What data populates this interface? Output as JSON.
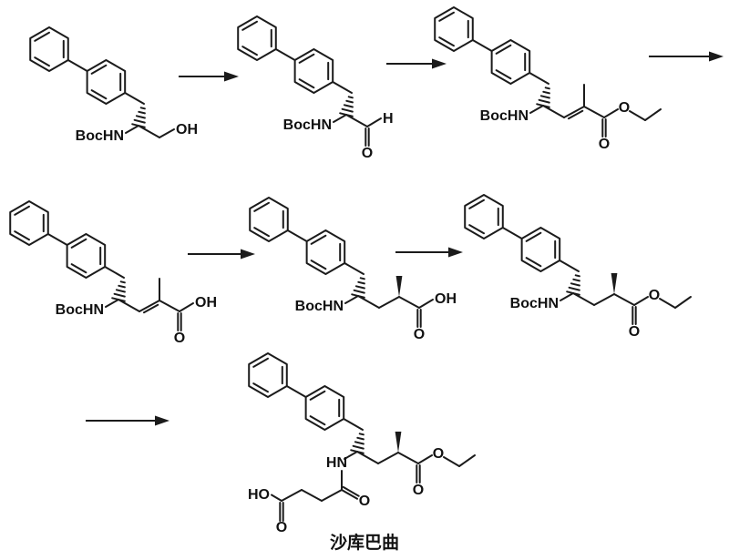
{
  "structures": [
    {
      "name": "boc-amino-alcohol",
      "labels": {
        "n": "BocHN",
        "oh": "OH"
      }
    },
    {
      "name": "boc-amino-aldehyde",
      "labels": {
        "n": "BocHN",
        "h": "H",
        "o_carbonyl": "O"
      }
    },
    {
      "name": "boc-unsaturated-ethyl-ester",
      "labels": {
        "n": "BocHN",
        "o_carbonyl": "O",
        "o_ester": "O"
      }
    },
    {
      "name": "boc-unsaturated-acid",
      "labels": {
        "n": "BocHN",
        "o_carbonyl": "O",
        "oh": "OH"
      }
    },
    {
      "name": "boc-saturated-acid",
      "labels": {
        "n": "BocHN",
        "o_carbonyl": "O",
        "oh": "OH"
      }
    },
    {
      "name": "boc-saturated-ethyl-ester",
      "labels": {
        "n": "BocHN",
        "o_carbonyl": "O",
        "o_ester": "O"
      }
    },
    {
      "name": "sacubitril",
      "labels": {
        "hn": "HN",
        "o_amide": "O",
        "ho": "HO",
        "o_acid": "O",
        "o_carbonyl": "O",
        "o_ester": "O"
      },
      "caption": "沙库巴曲"
    }
  ]
}
